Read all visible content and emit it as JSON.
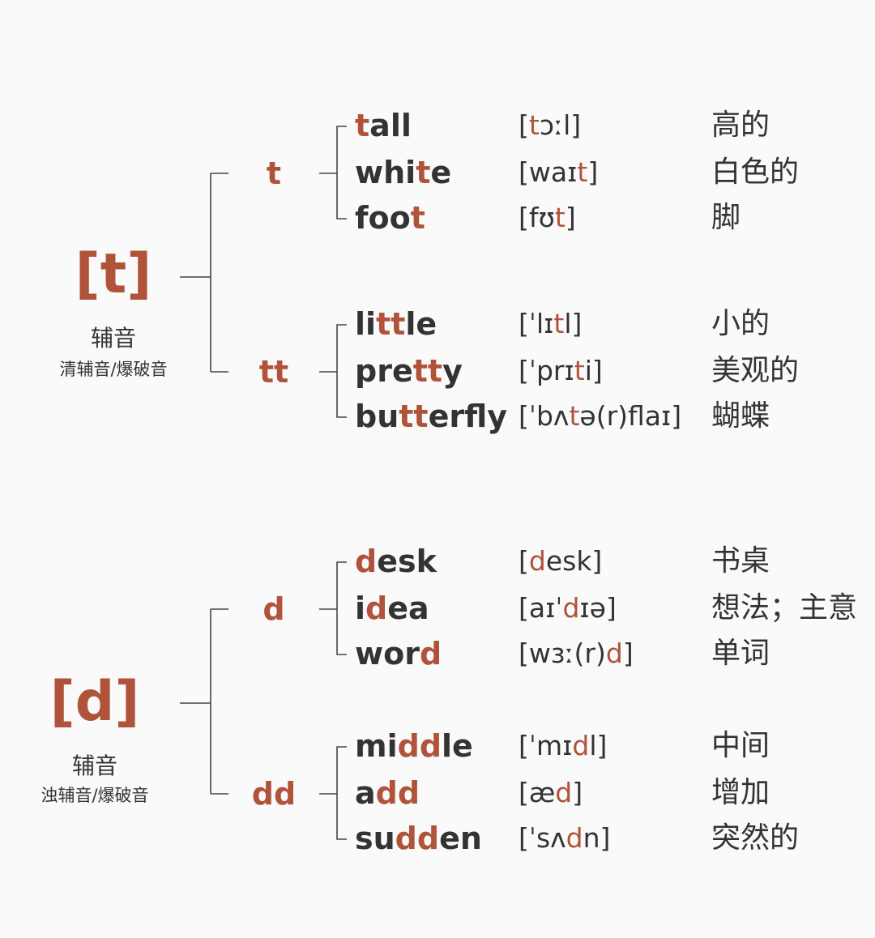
{
  "colors": {
    "accent": "#b0533a",
    "text": "#333333",
    "line": "#444444",
    "background": "#fafafa"
  },
  "groups": [
    {
      "phoneme": "[t]",
      "type": "辅音",
      "subtype": "清辅音/爆破音",
      "spellings": [
        {
          "spelling": "t",
          "words": [
            {
              "parts": [
                {
                  "t": "t",
                  "hl": true
                },
                {
                  "t": "all",
                  "hl": false
                }
              ],
              "ipa": [
                {
                  "t": "[",
                  "hl": false
                },
                {
                  "t": "t",
                  "hl": true
                },
                {
                  "t": "ɔːl]",
                  "hl": false
                }
              ],
              "meaning": "高的"
            },
            {
              "parts": [
                {
                  "t": "whi",
                  "hl": false
                },
                {
                  "t": "t",
                  "hl": true
                },
                {
                  "t": "e",
                  "hl": false
                }
              ],
              "ipa": [
                {
                  "t": "[waɪ",
                  "hl": false
                },
                {
                  "t": "t",
                  "hl": true
                },
                {
                  "t": "]",
                  "hl": false
                }
              ],
              "meaning": "白色的"
            },
            {
              "parts": [
                {
                  "t": "foo",
                  "hl": false
                },
                {
                  "t": "t",
                  "hl": true
                }
              ],
              "ipa": [
                {
                  "t": "[fʊ",
                  "hl": false
                },
                {
                  "t": "t",
                  "hl": true
                },
                {
                  "t": "]",
                  "hl": false
                }
              ],
              "meaning": "脚"
            }
          ]
        },
        {
          "spelling": "tt",
          "words": [
            {
              "parts": [
                {
                  "t": "li",
                  "hl": false
                },
                {
                  "t": "tt",
                  "hl": true
                },
                {
                  "t": "le",
                  "hl": false
                }
              ],
              "ipa": [
                {
                  "t": "[ˈlɪ",
                  "hl": false
                },
                {
                  "t": "t",
                  "hl": true
                },
                {
                  "t": "l]",
                  "hl": false
                }
              ],
              "meaning": "小的"
            },
            {
              "parts": [
                {
                  "t": "pre",
                  "hl": false
                },
                {
                  "t": "tt",
                  "hl": true
                },
                {
                  "t": "y",
                  "hl": false
                }
              ],
              "ipa": [
                {
                  "t": "[ˈprɪ",
                  "hl": false
                },
                {
                  "t": "t",
                  "hl": true
                },
                {
                  "t": "i]",
                  "hl": false
                }
              ],
              "meaning": "美观的"
            },
            {
              "parts": [
                {
                  "t": "bu",
                  "hl": false
                },
                {
                  "t": "tt",
                  "hl": true
                },
                {
                  "t": "erfly",
                  "hl": false
                }
              ],
              "ipa": [
                {
                  "t": "[ˈbʌ",
                  "hl": false
                },
                {
                  "t": "t",
                  "hl": true
                },
                {
                  "t": "ə(r)flaɪ]",
                  "hl": false
                }
              ],
              "meaning": "蝴蝶"
            }
          ]
        }
      ]
    },
    {
      "phoneme": "[d]",
      "type": "辅音",
      "subtype": "浊辅音/爆破音",
      "spellings": [
        {
          "spelling": "d",
          "words": [
            {
              "parts": [
                {
                  "t": "d",
                  "hl": true
                },
                {
                  "t": "esk",
                  "hl": false
                }
              ],
              "ipa": [
                {
                  "t": "[",
                  "hl": false
                },
                {
                  "t": "d",
                  "hl": true
                },
                {
                  "t": "esk]",
                  "hl": false
                }
              ],
              "meaning": "书桌"
            },
            {
              "parts": [
                {
                  "t": "i",
                  "hl": false
                },
                {
                  "t": "d",
                  "hl": true
                },
                {
                  "t": "ea",
                  "hl": false
                }
              ],
              "ipa": [
                {
                  "t": "[aɪˈ",
                  "hl": false
                },
                {
                  "t": "d",
                  "hl": true
                },
                {
                  "t": "ɪə]",
                  "hl": false
                }
              ],
              "meaning": "想法；主意"
            },
            {
              "parts": [
                {
                  "t": "wor",
                  "hl": false
                },
                {
                  "t": "d",
                  "hl": true
                }
              ],
              "ipa": [
                {
                  "t": "[wɜː(r)",
                  "hl": false
                },
                {
                  "t": "d",
                  "hl": true
                },
                {
                  "t": "]",
                  "hl": false
                }
              ],
              "meaning": "单词"
            }
          ]
        },
        {
          "spelling": "dd",
          "words": [
            {
              "parts": [
                {
                  "t": "mi",
                  "hl": false
                },
                {
                  "t": "dd",
                  "hl": true
                },
                {
                  "t": "le",
                  "hl": false
                }
              ],
              "ipa": [
                {
                  "t": "[ˈmɪ",
                  "hl": false
                },
                {
                  "t": "d",
                  "hl": true
                },
                {
                  "t": "l]",
                  "hl": false
                }
              ],
              "meaning": "中间"
            },
            {
              "parts": [
                {
                  "t": "a",
                  "hl": false
                },
                {
                  "t": "dd",
                  "hl": true
                }
              ],
              "ipa": [
                {
                  "t": "[æ",
                  "hl": false
                },
                {
                  "t": "d",
                  "hl": true
                },
                {
                  "t": "]",
                  "hl": false
                }
              ],
              "meaning": "增加"
            },
            {
              "parts": [
                {
                  "t": "su",
                  "hl": false
                },
                {
                  "t": "dd",
                  "hl": true
                },
                {
                  "t": "en",
                  "hl": false
                }
              ],
              "ipa": [
                {
                  "t": "[ˈsʌ",
                  "hl": false
                },
                {
                  "t": "d",
                  "hl": true
                },
                {
                  "t": "n]",
                  "hl": false
                }
              ],
              "meaning": "突然的"
            }
          ]
        }
      ]
    }
  ]
}
